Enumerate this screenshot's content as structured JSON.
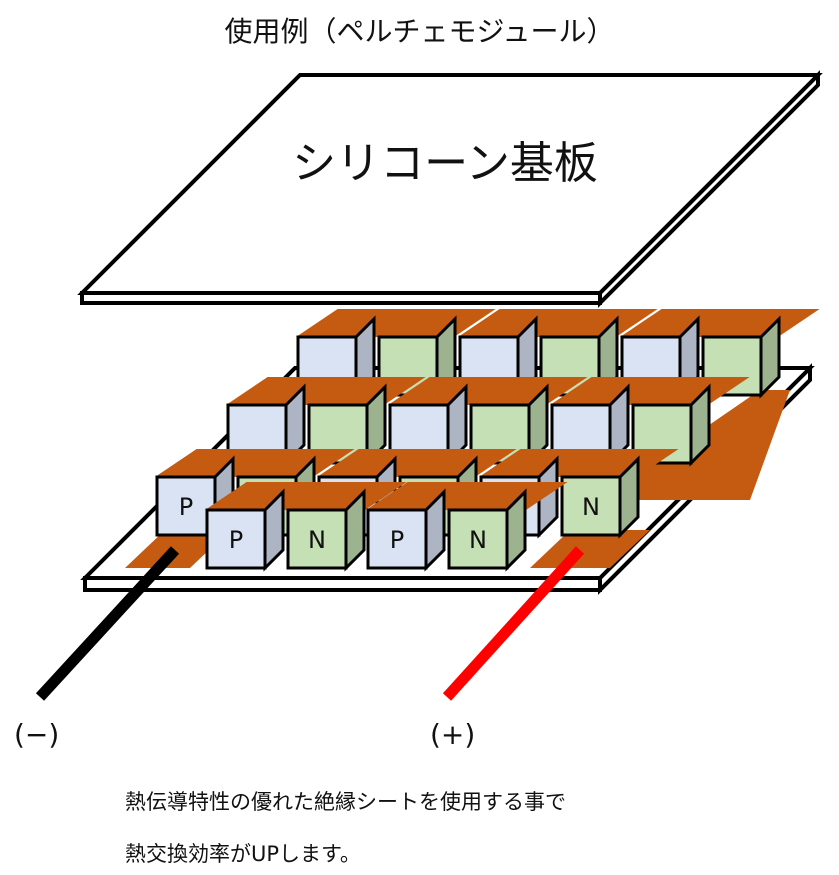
{
  "title": "使用例（ペルチェモジュール）",
  "top_plate_label": "シリコーン基板",
  "terminals": {
    "negative": "(−)",
    "positive": "(+)"
  },
  "caption": {
    "line1": "熱伝導特性の優れた絶縁シートを使用する事で",
    "line2": "熱交換効率がUPします。"
  },
  "element_labels": {
    "p": "P",
    "n": "N"
  },
  "colors": {
    "copper": "#c55a11",
    "p_face": "#dae3f3",
    "p_side": "#adb5c4",
    "n_face": "#c5e0b4",
    "n_side": "#9db38f",
    "neg_wire": "#000000",
    "pos_wire": "#ff0000"
  }
}
